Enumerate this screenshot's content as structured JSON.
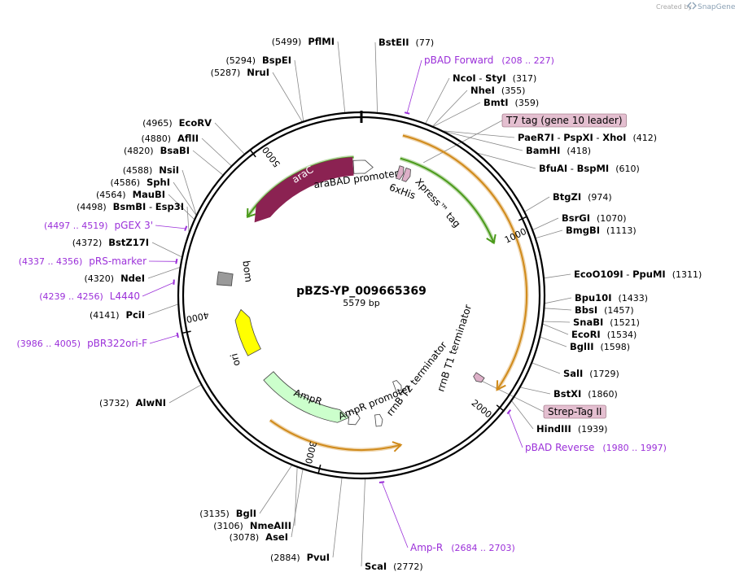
{
  "credit": {
    "created_by": "Created by",
    "brand": "SnapGene"
  },
  "plasmid": {
    "name": "pBZS-YP_009665369",
    "length_text": "5579 bp",
    "length": 5579
  },
  "ticks": [
    "1000",
    "2000",
    "3000",
    "4000",
    "5000"
  ],
  "features": [
    {
      "name": "araC",
      "inside": true
    },
    {
      "name": "araBAD promoter"
    },
    {
      "name": "6xHis"
    },
    {
      "name": "Xpress™ tag"
    },
    {
      "name": "bom"
    },
    {
      "name": "ori",
      "inside": true
    },
    {
      "name": "AmpR"
    },
    {
      "name": "AmpR promoter"
    },
    {
      "name": "rrnB T2 terminator"
    },
    {
      "name": "rrnB T1 terminator"
    }
  ],
  "tags": [
    {
      "name": "T7 tag (gene 10 leader)"
    },
    {
      "name": "Strep-Tag II"
    }
  ],
  "sites": [
    {
      "name": "BstEII",
      "pos": "(77)"
    },
    {
      "name": "NcoI",
      "name2": "StyI",
      "pos": "(317)"
    },
    {
      "name": "NheI",
      "pos": "(355)"
    },
    {
      "name": "BmtI",
      "pos": "(359)"
    },
    {
      "name": "PaeR7I",
      "name2": "PspXI",
      "name3": "XhoI",
      "pos": "(412)"
    },
    {
      "name": "BamHI",
      "pos": "(418)"
    },
    {
      "name": "BfuAI",
      "name2": "BspMI",
      "pos": "(610)"
    },
    {
      "name": "BtgZI",
      "pos": "(974)"
    },
    {
      "name": "BsrGI",
      "pos": "(1070)"
    },
    {
      "name": "BmgBI",
      "pos": "(1113)"
    },
    {
      "name": "EcoO109I",
      "name2": "PpuMI",
      "pos": "(1311)"
    },
    {
      "name": "Bpu10I",
      "pos": "(1433)"
    },
    {
      "name": "BbsI",
      "pos": "(1457)"
    },
    {
      "name": "SnaBI",
      "pos": "(1521)"
    },
    {
      "name": "EcoRI",
      "pos": "(1534)"
    },
    {
      "name": "BglII",
      "pos": "(1598)"
    },
    {
      "name": "SalI",
      "pos": "(1729)"
    },
    {
      "name": "BstXI",
      "pos": "(1860)"
    },
    {
      "name": "HindIII",
      "pos": "(1939)"
    },
    {
      "name": "ScaI",
      "pos": "(2772)"
    },
    {
      "name": "PvuI",
      "pos": "(2884)"
    },
    {
      "name": "AseI",
      "pos": "(3078)"
    },
    {
      "name": "NmeAIII",
      "pos": "(3106)"
    },
    {
      "name": "BglI",
      "pos": "(3135)"
    },
    {
      "name": "AlwNI",
      "pos": "(3732)"
    },
    {
      "name": "PciI",
      "pos": "(4141)"
    },
    {
      "name": "NdeI",
      "pos": "(4320)"
    },
    {
      "name": "BstZ17I",
      "pos": "(4372)"
    },
    {
      "name": "BsmBI",
      "name2": "Esp3I",
      "pos": "(4498)"
    },
    {
      "name": "MauBI",
      "pos": "(4564)"
    },
    {
      "name": "SphI",
      "pos": "(4586)"
    },
    {
      "name": "NsiI",
      "pos": "(4588)"
    },
    {
      "name": "BsaBI",
      "pos": "(4820)"
    },
    {
      "name": "AflII",
      "pos": "(4880)"
    },
    {
      "name": "EcoRV",
      "pos": "(4965)"
    },
    {
      "name": "NruI",
      "pos": "(5287)"
    },
    {
      "name": "BspEI",
      "pos": "(5294)"
    },
    {
      "name": "PflMI",
      "pos": "(5499)"
    }
  ],
  "primers": [
    {
      "name": "pBAD Forward",
      "range": "(208 .. 227)"
    },
    {
      "name": "pBAD Reverse",
      "range": "(1980 .. 1997)"
    },
    {
      "name": "Amp-R",
      "range": "(2684 .. 2703)"
    },
    {
      "name": "pBR322ori-F",
      "range": "(3986 .. 4005)"
    },
    {
      "name": "L4440",
      "range": "(4239 .. 4256)"
    },
    {
      "name": "pRS-marker",
      "range": "(4337 .. 4356)"
    },
    {
      "name": "pGEX 3'",
      "range": "(4497 .. 4519)"
    }
  ],
  "colors": {
    "backbone": "#000000",
    "araC": "#8b2252",
    "ori": "#ffff00",
    "AmpR": "#ccffcc",
    "promoter": "#ffffff",
    "bom": "#9a9a9a",
    "tag_box": "#e4bfd0",
    "primer": "#9b30d9",
    "orf_green": "#4a9a1a",
    "orf_orange": "#d08a1a"
  }
}
